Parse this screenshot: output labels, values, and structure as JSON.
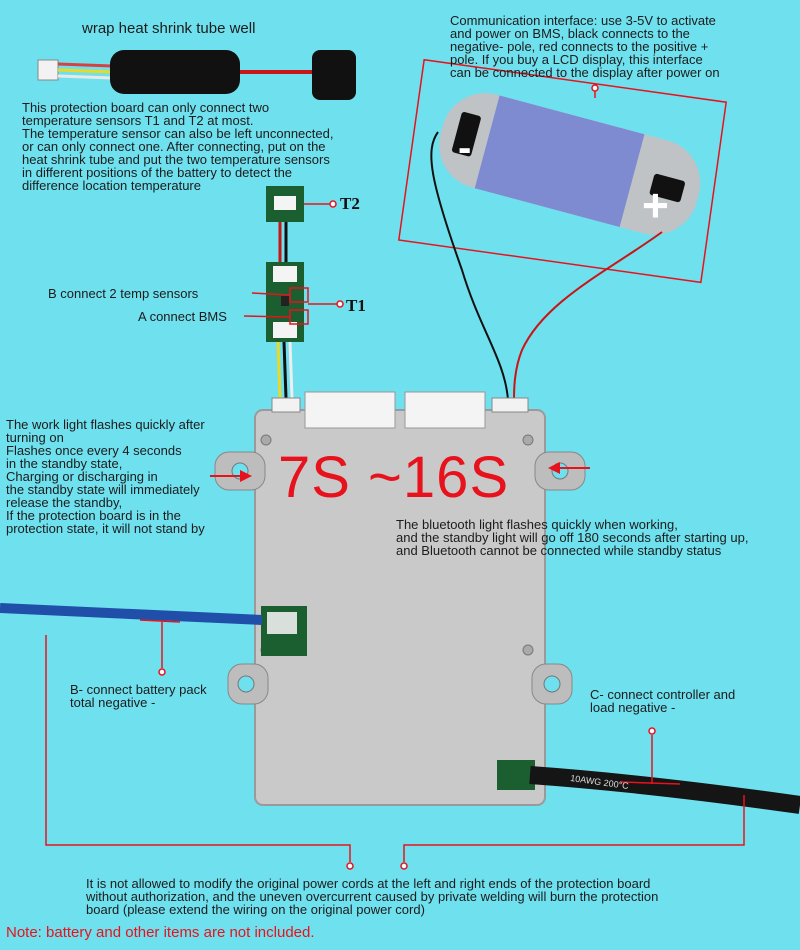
{
  "labels": {
    "shrink_tube": "wrap heat shrink tube well",
    "temp_sensors": "This protection board can only connect two\ntemperature sensors T1 and T2 at most.\nThe temperature sensor can also be left unconnected,\nor can only connect one. After connecting, put on the\n heat shrink tube and put the two temperature sensors\nin different positions of the battery to detect the\ndifference location temperature",
    "comm_interface": "Communication interface: use 3-5V to activate\n and power on BMS, black connects to the\nnegative- pole, red connects to the positive +\npole. If you buy a LCD display, this interface\ncan be connected to the display after power on",
    "t2": "T2",
    "t1": "T1",
    "b_connect": "B connect 2 temp sensors",
    "a_connect": "A connect BMS",
    "work_light": "The work light flashes quickly after\n turning on\nFlashes once every 4 seconds\nin the standby state,\nCharging or discharging in\n the standby state will immediately\nrelease the standby,\nIf the protection board is in the\nprotection state, it will not stand by",
    "model_range": "7S ~16S",
    "bluetooth": "The bluetooth light flashes quickly when working,\nand the standby light will go off 180 seconds after starting up,\nand Bluetooth cannot be connected while standby status",
    "b_minus": "B- connect battery pack\ntotal negative -",
    "c_minus": "C- connect controller and\nload negative -",
    "cable_print": "10AWG    200°C",
    "warning": "It is not allowed to modify the original power cords at the left and right ends of the protection board\nwithout authorization, and the uneven overcurrent caused by private welding will burn the protection\nboard (please extend the wiring on the original power cord)",
    "note": "Note: battery and other items are not included."
  },
  "battery": {
    "minus_symbol": "-",
    "plus_symbol": "+"
  },
  "colors": {
    "background": "#6fe0ee",
    "accent_red": "#e8121d",
    "board_silver": "#c9c9c9"
  }
}
